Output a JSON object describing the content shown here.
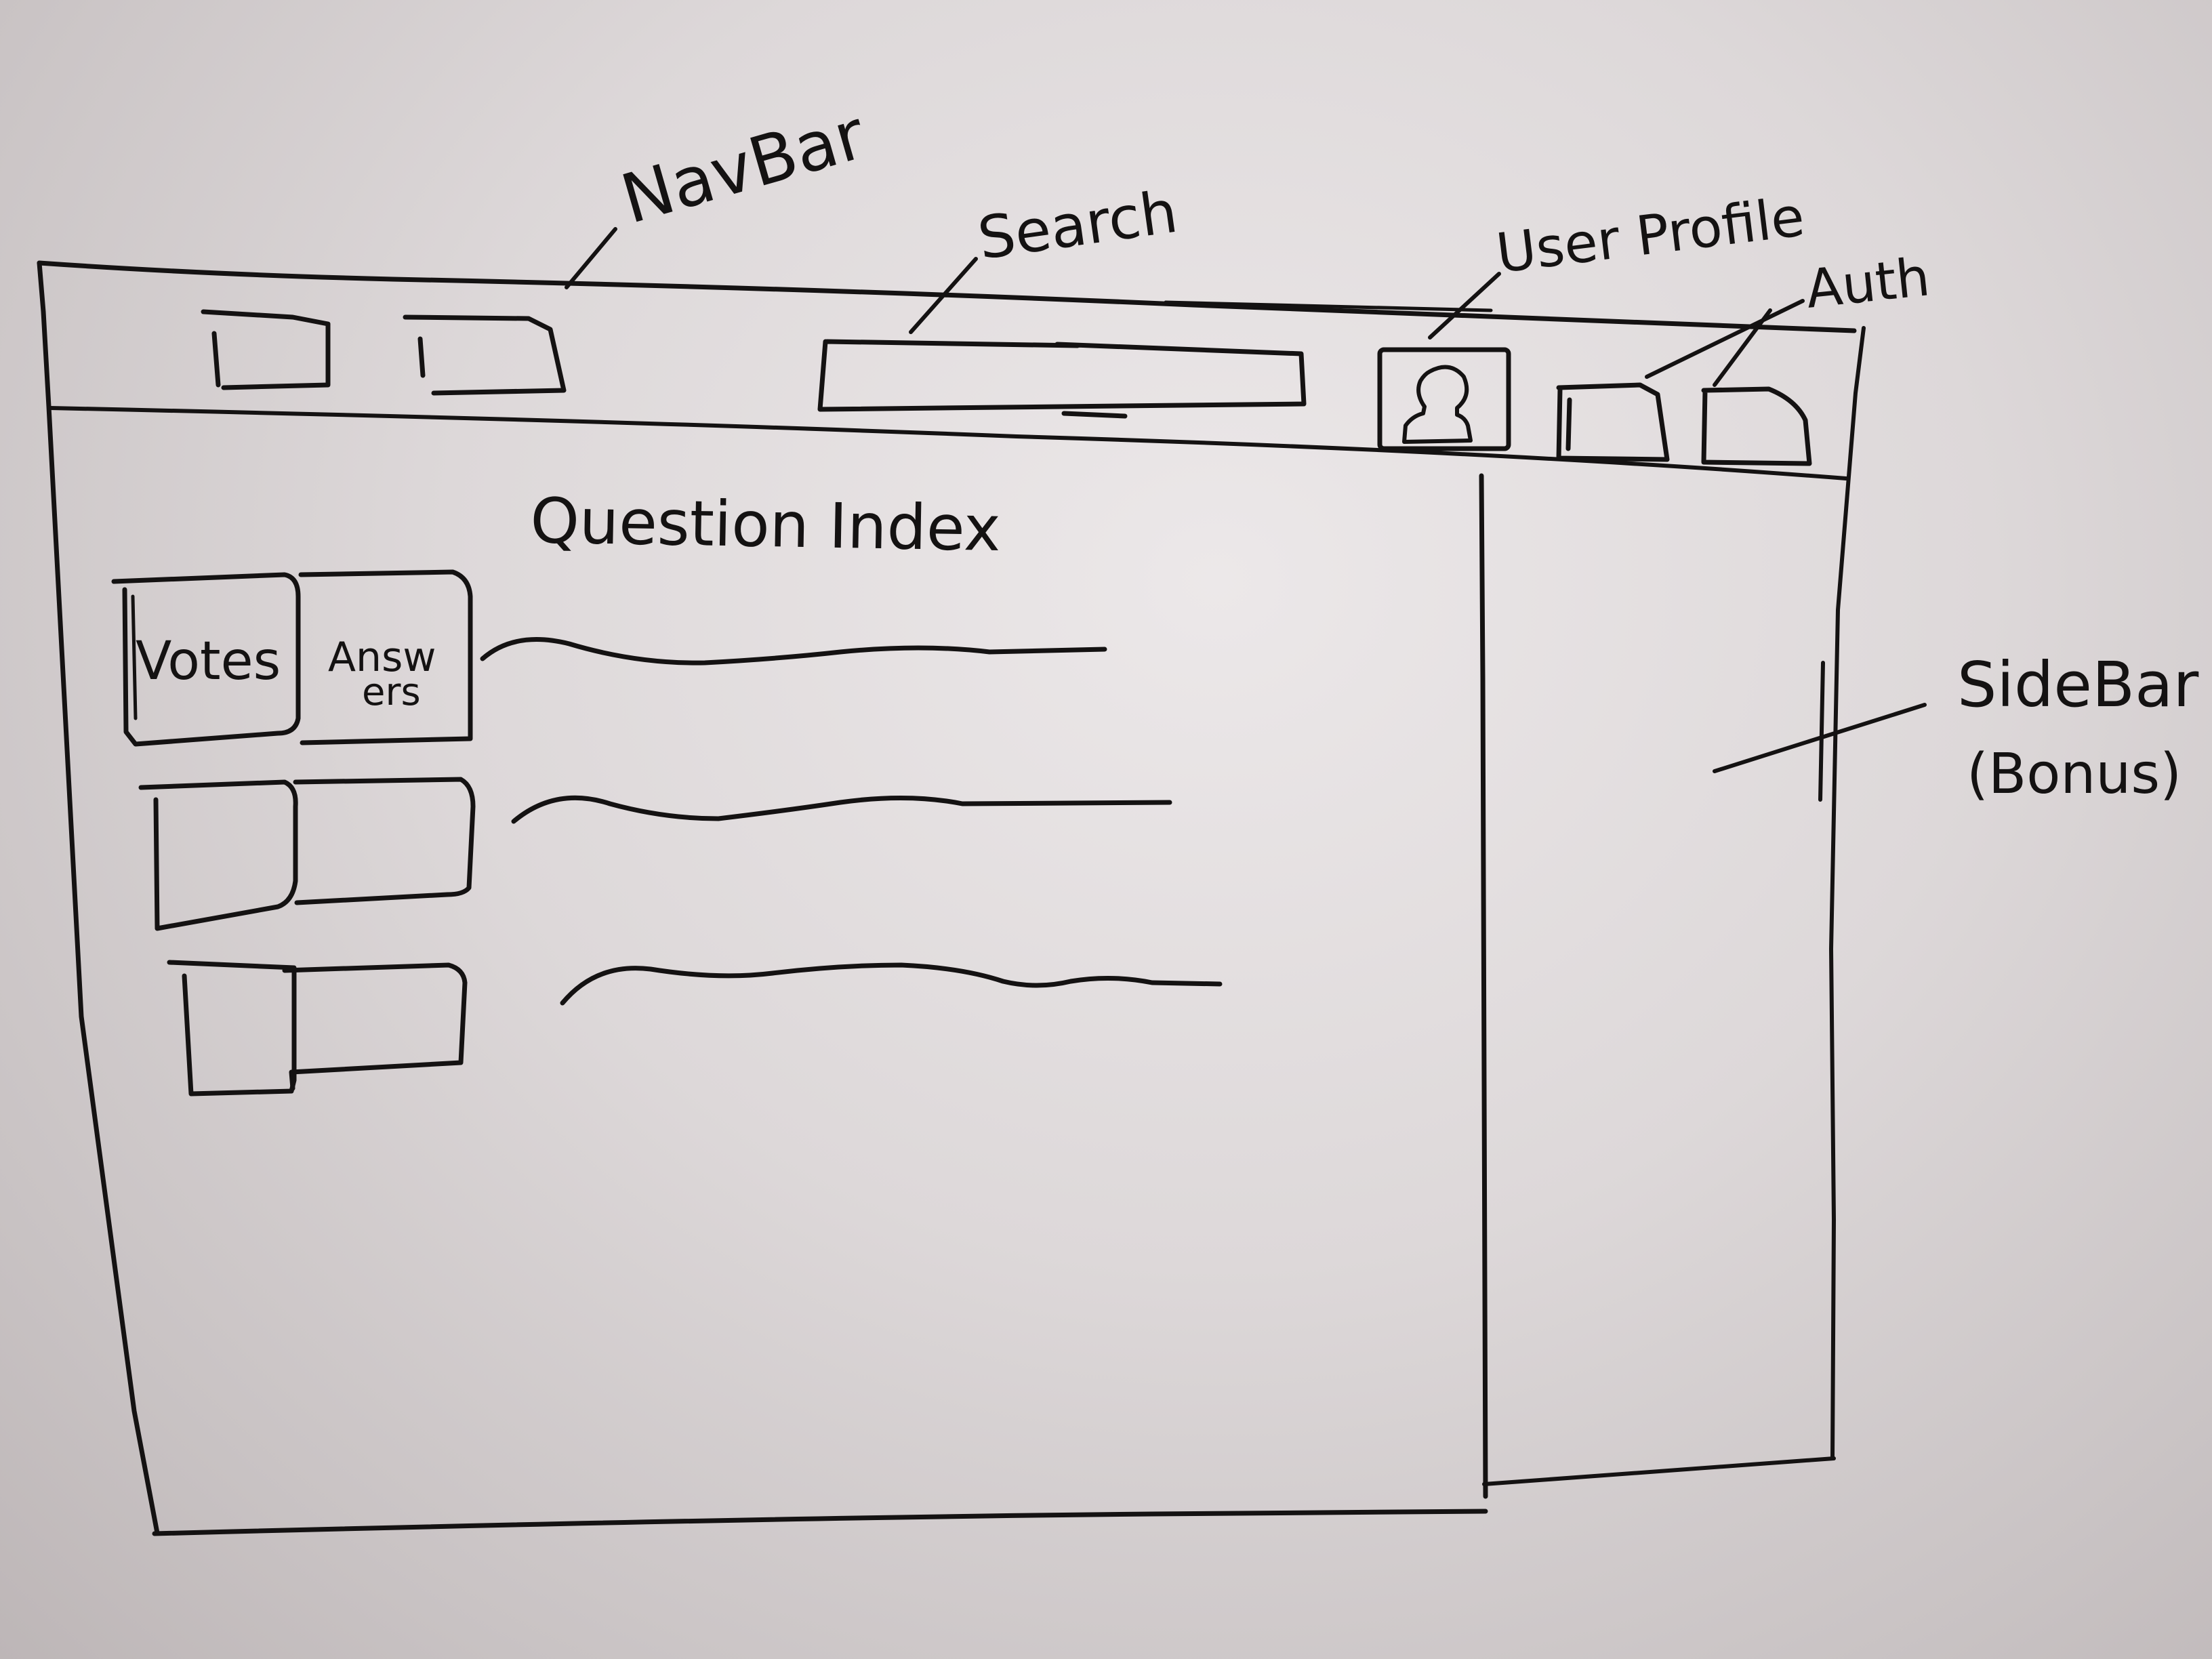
{
  "annotations": {
    "navbar": "NavBar",
    "search": "Search",
    "user_profile": "User Profile",
    "auth": "Auth",
    "sidebar": "SideBar",
    "sidebar_note": "(Bonus)"
  },
  "main": {
    "title": "Question Index",
    "columns": {
      "votes": "Votes",
      "answers_line1": "Answ",
      "answers_line2": "ers"
    }
  },
  "navbar": {
    "buttons": [
      "nav-button-1",
      "nav-button-2"
    ],
    "user_icon": "user-icon",
    "auth_buttons": [
      "auth-button-1",
      "auth-button-2"
    ]
  },
  "question_rows": 3,
  "colors": {
    "ink": "#141212",
    "board": "#e6e2e3"
  }
}
